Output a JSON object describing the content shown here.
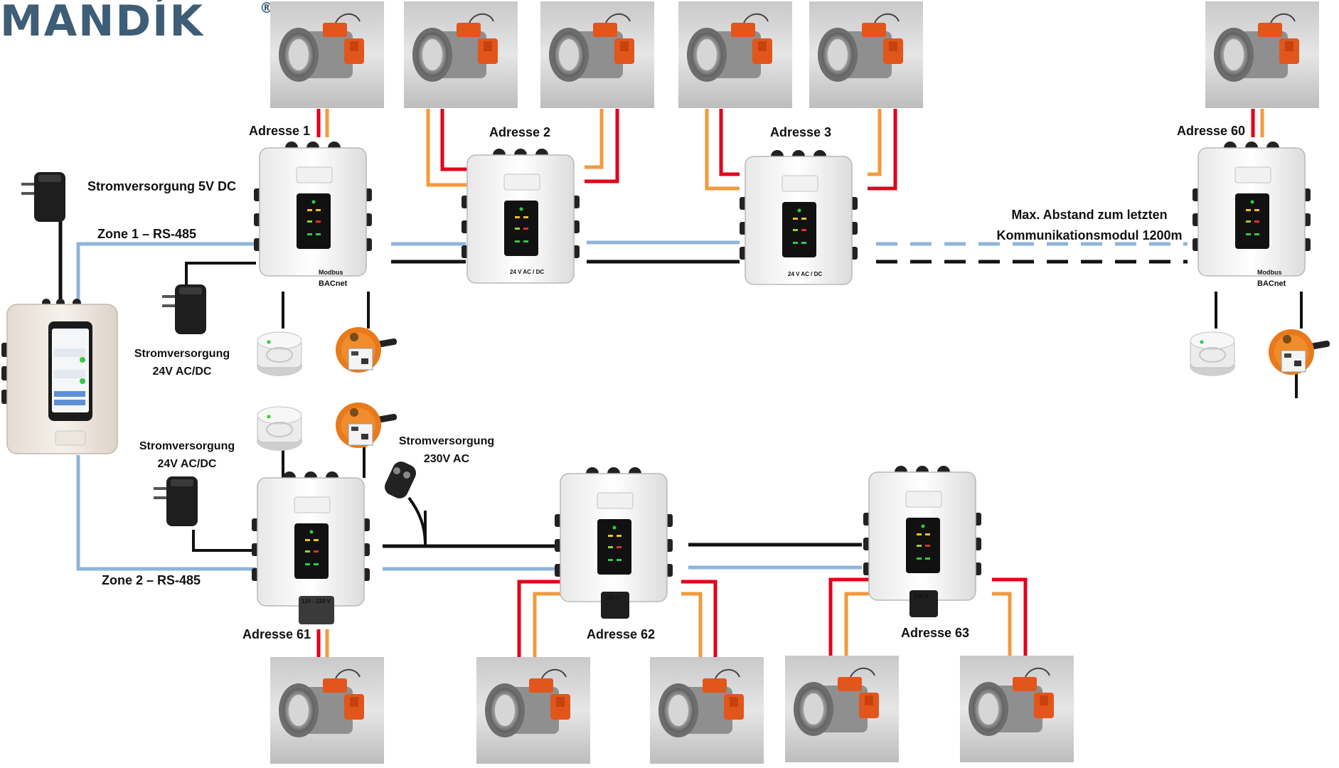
{
  "brand": {
    "logo_text": "MANDÍK",
    "registered": "®"
  },
  "labels": {
    "adresse_1": "Adresse 1",
    "adresse_2": "Adresse 2",
    "adresse_3": "Adresse 3",
    "adresse_60": "Adresse 60",
    "adresse_61": "Adresse 61",
    "adresse_62": "Adresse 62",
    "adresse_63": "Adresse 63",
    "psu_5v": "Stromversorgung 5V DC",
    "zone_1": "Zone 1 – RS-485",
    "zone_2": "Zone 2 – RS-485",
    "psu_24v_a_line1": "Stromversorgung",
    "psu_24v_a_line2": "24V AC/DC",
    "psu_24v_b_line1": "Stromversorgung",
    "psu_24v_b_line2": "24V AC/DC",
    "psu_230v_line1": "Stromversorgung",
    "psu_230v_line2": "230V AC",
    "max_dist_line1": "Max. Abstand zum letzten",
    "max_dist_line2": "Kommunikationsmodul 1200m"
  },
  "module_badges": {
    "ac_dc": "24 V AC / DC",
    "v110_230": "110 - 230 V",
    "v230": "230 V",
    "bacnet": "BACnet",
    "modbus": "Modbus"
  },
  "colors": {
    "bus_blue": "#8fb4dc",
    "bus_black": "#111111",
    "wire_red": "#e3001b",
    "wire_orange": "#f39a3c",
    "logo": "#3e5d76"
  }
}
